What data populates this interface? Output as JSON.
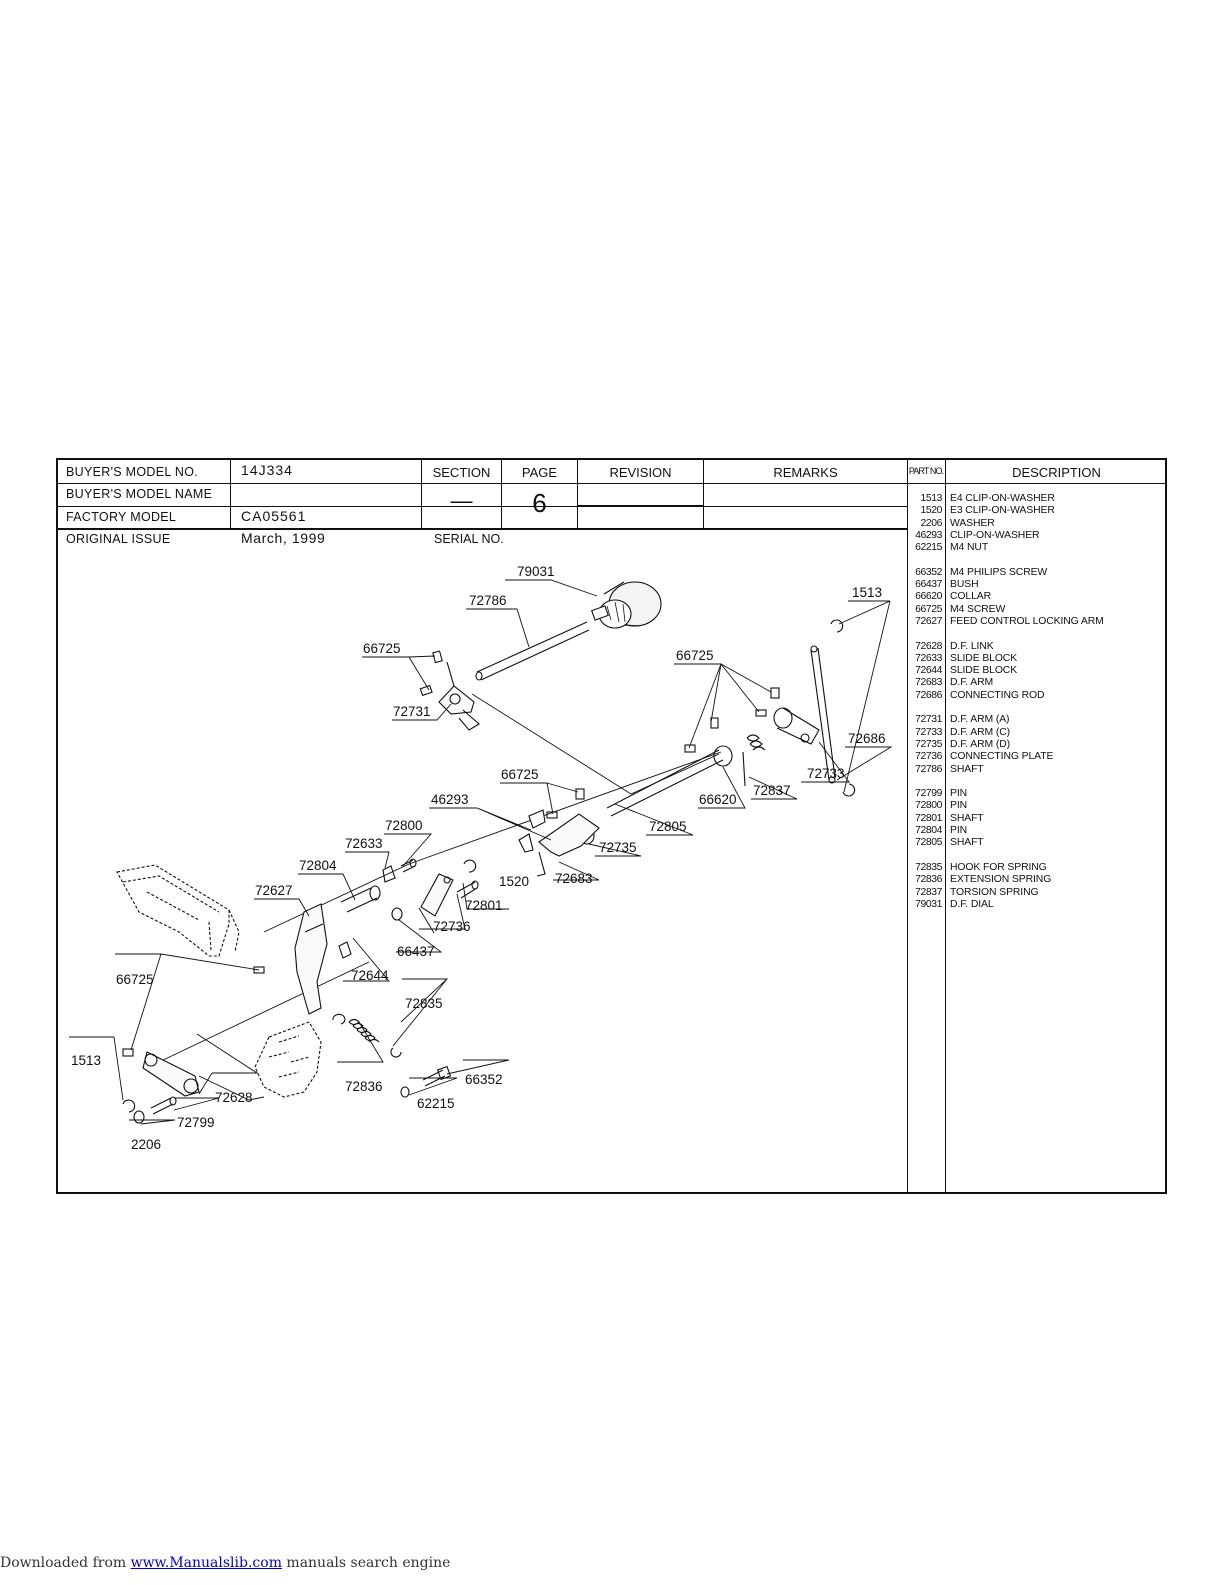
{
  "header": {
    "buyers_model_no_label": "BUYER'S MODEL NO.",
    "buyers_model_no": "14J334",
    "buyers_model_name_label": "BUYER'S MODEL NAME",
    "buyers_model_name": "",
    "factory_model_label": "FACTORY MODEL",
    "factory_model": "CA05561",
    "original_issue_label": "ORIGINAL ISSUE",
    "original_issue": "March, 1999",
    "section_label": "SECTION",
    "section": "—",
    "page_label": "PAGE",
    "page": "6",
    "revision_label": "REVISION",
    "remarks_label": "REMARKS",
    "serial_no_label": "SERIAL NO.",
    "part_no_label": "PART NO.",
    "description_label": "DESCRIPTION"
  },
  "parts": [
    {
      "no": "1513",
      "desc": "E4 CLIP-ON-WASHER"
    },
    {
      "no": "1520",
      "desc": "E3 CLIP-ON-WASHER"
    },
    {
      "no": "2206",
      "desc": "WASHER"
    },
    {
      "no": "46293",
      "desc": "CLIP-ON-WASHER"
    },
    {
      "no": "62215",
      "desc": "M4 NUT"
    },
    {
      "no": "66352",
      "desc": "M4 PHILIPS SCREW"
    },
    {
      "no": "66437",
      "desc": "BUSH"
    },
    {
      "no": "66620",
      "desc": "COLLAR"
    },
    {
      "no": "66725",
      "desc": "M4 SCREW"
    },
    {
      "no": "72627",
      "desc": "FEED CONTROL LOCKING ARM"
    },
    {
      "no": "72628",
      "desc": "D.F. LINK"
    },
    {
      "no": "72633",
      "desc": "SLIDE BLOCK"
    },
    {
      "no": "72644",
      "desc": "SLIDE BLOCK"
    },
    {
      "no": "72683",
      "desc": "D.F. ARM"
    },
    {
      "no": "72686",
      "desc": "CONNECTING ROD"
    },
    {
      "no": "72731",
      "desc": "D.F. ARM (A)"
    },
    {
      "no": "72733",
      "desc": "D.F. ARM (C)"
    },
    {
      "no": "72735",
      "desc": "D.F. ARM (D)"
    },
    {
      "no": "72736",
      "desc": "CONNECTING PLATE"
    },
    {
      "no": "72786",
      "desc": "SHAFT"
    },
    {
      "no": "72799",
      "desc": "PIN"
    },
    {
      "no": "72800",
      "desc": "PIN"
    },
    {
      "no": "72801",
      "desc": "SHAFT"
    },
    {
      "no": "72804",
      "desc": "PIN"
    },
    {
      "no": "72805",
      "desc": "SHAFT"
    },
    {
      "no": "72835",
      "desc": "HOOK FOR SPRING"
    },
    {
      "no": "72836",
      "desc": "EXTENSION SPRING"
    },
    {
      "no": "72837",
      "desc": "TORSION SPRING"
    },
    {
      "no": "79031",
      "desc": "D.F. DIAL"
    }
  ],
  "callouts": {
    "c79031": "79031",
    "c72786": "72786",
    "c66725a": "66725",
    "c72731": "72731",
    "c1513a": "1513",
    "c66725b": "66725",
    "c72686": "72686",
    "c72733": "72733",
    "c72837": "72837",
    "c66620": "66620",
    "c66725c": "66725",
    "c72805": "72805",
    "c72735": "72735",
    "c46293": "46293",
    "c72800": "72800",
    "c72633": "72633",
    "c72804": "72804",
    "c72627": "72627",
    "c1520": "1520",
    "c72683": "72683",
    "c72801": "72801",
    "c72736": "72736",
    "c66437": "66437",
    "c72644": "72644",
    "c66725d": "66725",
    "c72835": "72835",
    "c1513b": "1513",
    "c66352": "66352",
    "c72628": "72628",
    "c72836": "72836",
    "c62215": "62215",
    "c72799": "72799",
    "c2206": "2206"
  },
  "footer": {
    "prefix": "Downloaded from ",
    "link": "www.Manualslib.com",
    "suffix": " manuals search engine"
  }
}
